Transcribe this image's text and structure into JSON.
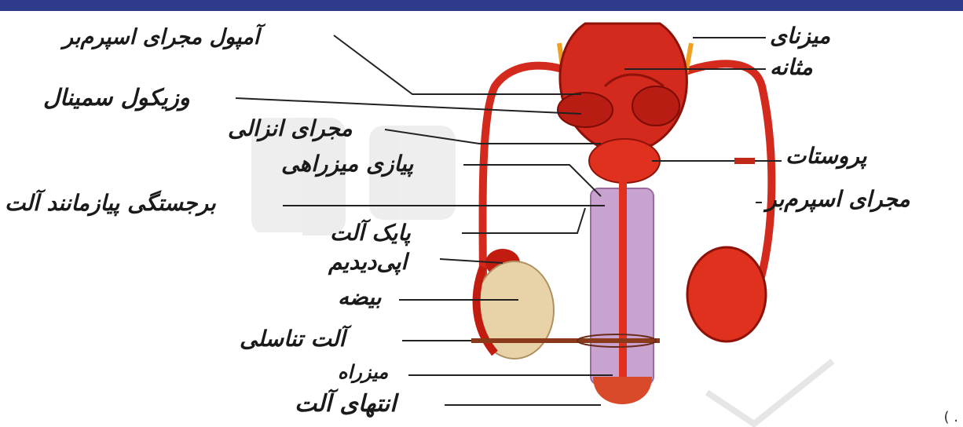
{
  "header": {
    "bar_color": "#2e3a8c"
  },
  "colors": {
    "organ": "#d42a1e",
    "organ_dark": "#a8140e",
    "tube": "#e0301e",
    "erectile": "#c9a3cf",
    "testis": "#e8d3a8",
    "leader": "#222222"
  },
  "labels": {
    "ampulla": "آمپول مجرای اسپرم‌بر",
    "seminal_vesicle": "وزیکول سمینال",
    "ejaculatory_duct": "مجرای انزالی",
    "bulbourethral": "پیازی میزراهی",
    "penile_bulb": "برجستگی پیازمانند آلت",
    "penis_root": "پایک آلت",
    "epididymis": "اپی‌دیدیم",
    "testis": "بیضه",
    "penis": "آلت تناسلی",
    "urethra": "میزراه",
    "glans": "انتهای آلت",
    "ureter": "میزنای",
    "bladder": "مثانه",
    "prostate": "پروستات",
    "vas_deferens": "مجرای اسپرم‌بر"
  },
  "corner": {
    "text": "( ."
  }
}
